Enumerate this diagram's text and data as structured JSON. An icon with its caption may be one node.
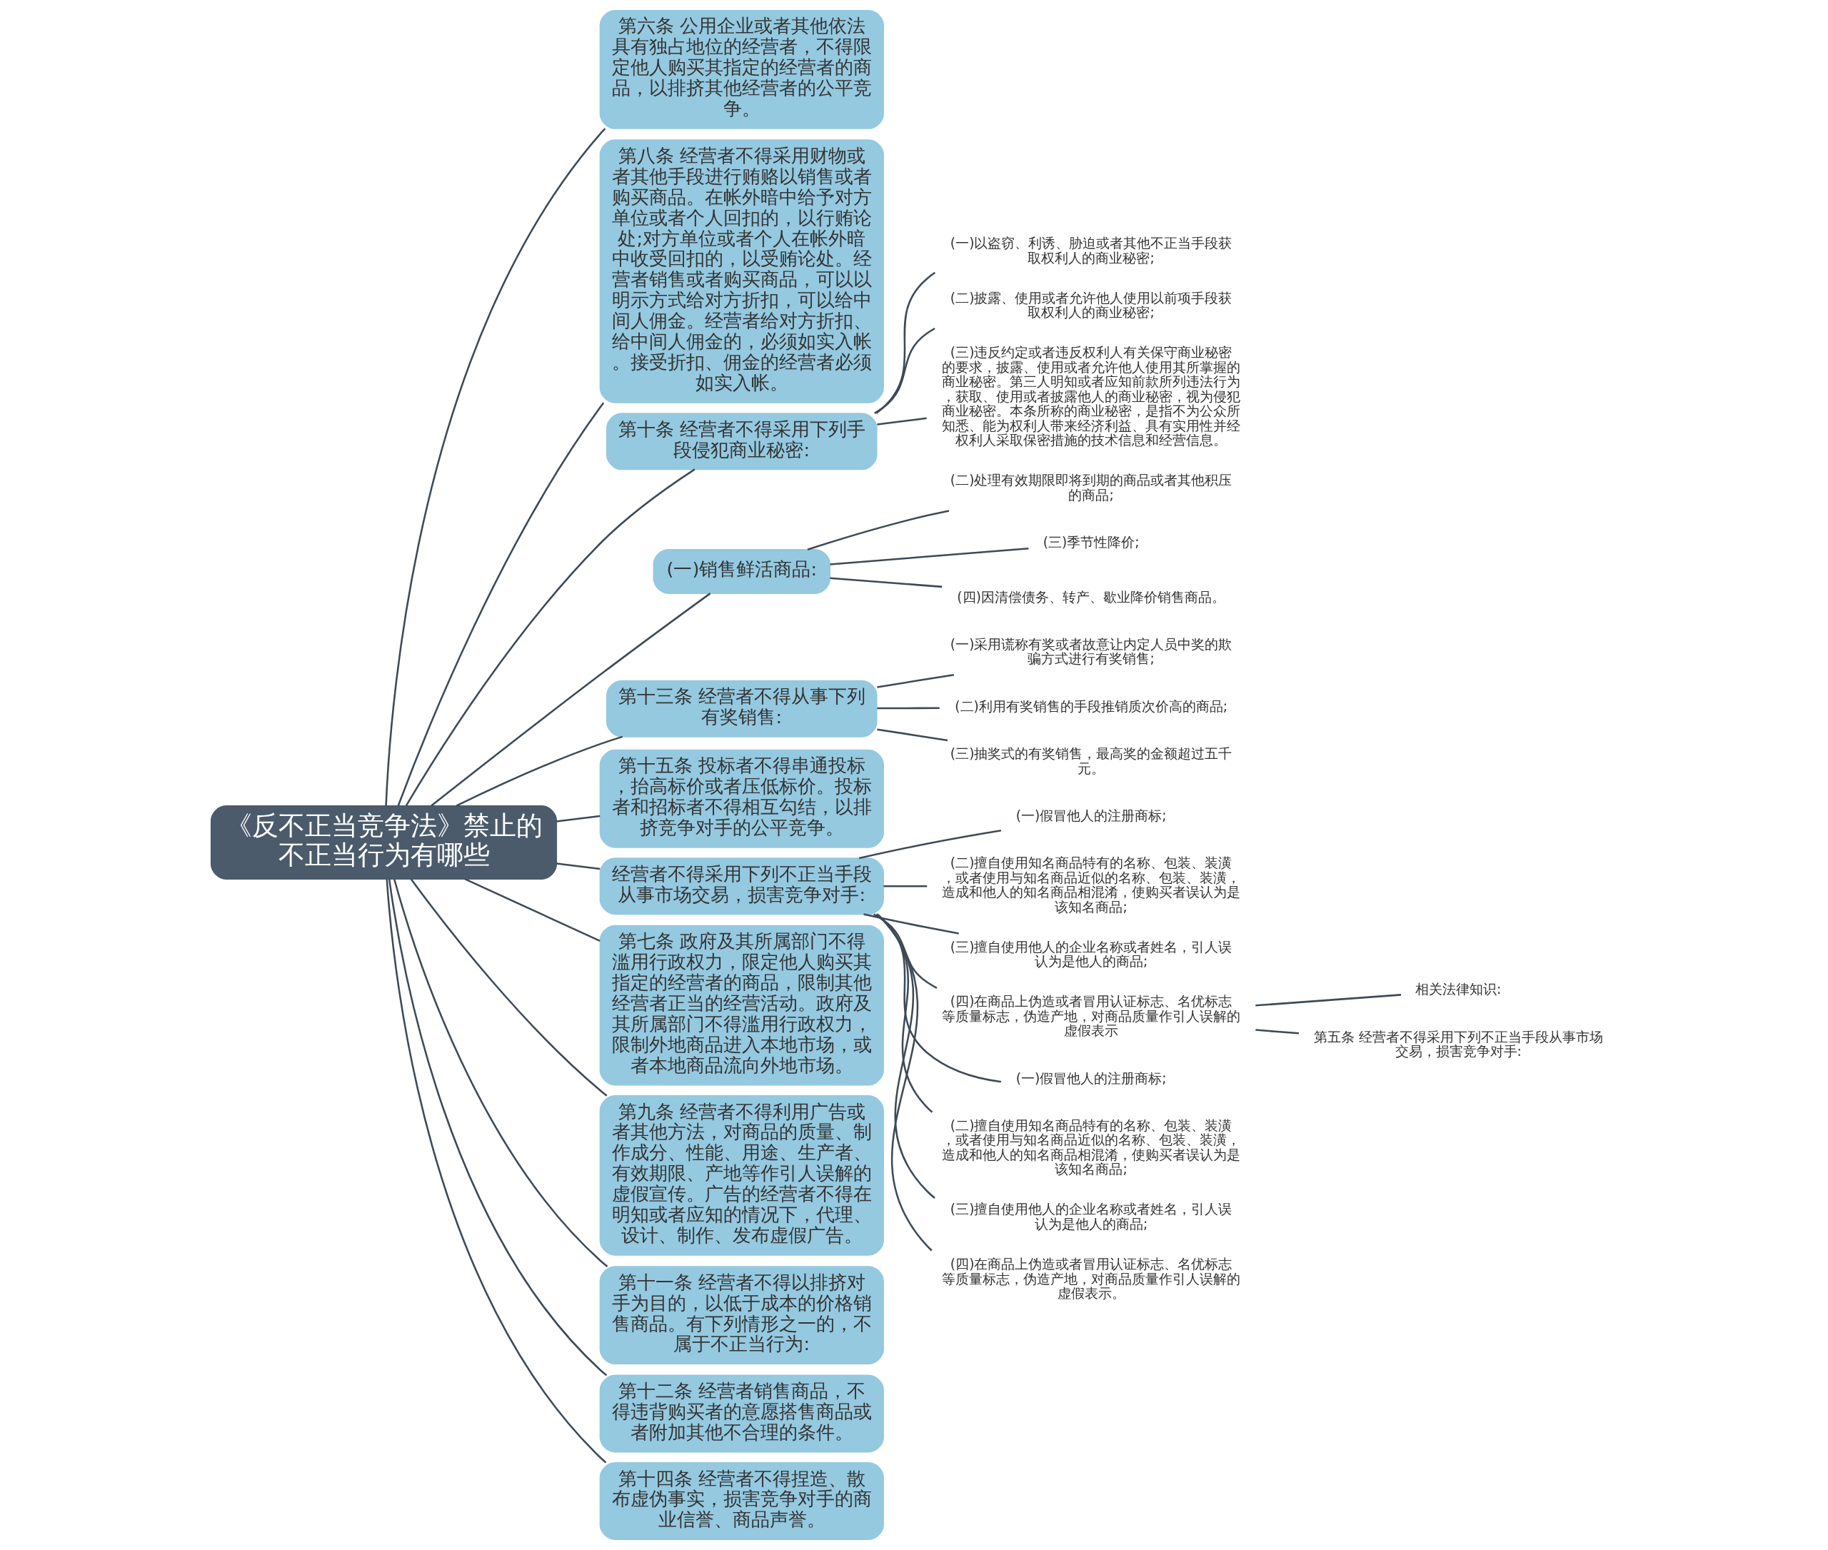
{
  "diagram": {
    "nodes": [
      {
        "text": [
          "《反不正当竞争法》禁止的不正当行为有哪些"
        ]
      },
      {
        "text": [
          "第六条 公用企业或者其他依法具有独占地位的经营者，不得限定他人购买其指定的经营者的商品，以排挤其他经营者的公平竞争。"
        ]
      },
      {
        "text": [
          "第八条 经营者不得采用财物或者其他手段进行贿赂以销售或者购买商品。在帐外暗中给予对方单位或者个人回扣的，以行贿论处;对方单位或者个人在帐外暗中收受回扣的，以受贿论处。经营者销售或者购买商品，可以以明示方式给对方折扣，可以给中间人佣金。经营者给对方折扣、给中间人佣金的，必须如实入帐。接受折扣、佣金的经营者必须如实入帐。"
        ]
      },
      {
        "text": [
          "第十条 经营者不得采用下列手段侵犯商业秘密:"
        ]
      },
      {
        "text": [
          "(一)以盗窃、利诱、胁迫或者其他不正当手段获取权利人的商业秘密;"
        ]
      },
      {
        "text": [
          "(二)披露、使用或者允许他人使用以前项手段获取权利人的商业秘密;"
        ]
      },
      {
        "text": [
          "(三)违反约定或者违反权利人有关保守商业秘密的要求，披露、使用或者允许他人使用其所掌握的商业秘密。第三人明知或者应知前款所列违法行为，获取、使用或者披露他人的商业秘密，视为侵犯商业秘密。本条所称的商业秘密，是指不为公众所知悉、能为权利人带来经济利益、具有实用性并经权利人采取保密措施的技术信息和经营信息。"
        ]
      },
      {
        "text": [
          "(一)销售鲜活商品:"
        ]
      },
      {
        "text": [
          "(二)处理有效期限即将到期的商品或者其他积压的商品;"
        ]
      },
      {
        "text": [
          "(三)季节性降价;"
        ]
      },
      {
        "text": [
          "(四)因清偿债务、转产、歇业降价销售商品。"
        ]
      },
      {
        "text": [
          "第十三条 经营者不得从事下列有奖销售:"
        ]
      },
      {
        "text": [
          "(一)采用谎称有奖或者故意让内定人员中奖的欺骗方式进行有奖销售;"
        ]
      },
      {
        "text": [
          "(二)利用有奖销售的手段推销质次价高的商品;"
        ]
      },
      {
        "text": [
          "(三)抽奖式的有奖销售，最高奖的金额超过五千元。"
        ]
      },
      {
        "text": [
          "第十五条 投标者不得串通投标，抬高标价或者压低标价。投标者和招标者不得相互勾结，以排挤竞争对手的公平竞争。"
        ]
      },
      {
        "text": [
          "经营者不得采用下列不正当手段从事市场交易，损害竞争对手:"
        ]
      },
      {
        "text": [
          "(一)假冒他人的注册商标;"
        ]
      },
      {
        "text": [
          "(二)擅自使用知名商品特有的名称、包装、装潢，或者使用与知名商品近似的名称、包装、装潢，造成和他人的知名商品相混淆，使购买者误认为是该知名商品;"
        ]
      },
      {
        "text": [
          "(三)擅自使用他人的企业名称或者姓名，引人误认为是他人的商品;"
        ]
      },
      {
        "text": [
          "(四)在商品上伪造或者冒用认证标志、名优标志等质量标志，伪造产地，对商品质量作引人误解的虚假表示"
        ]
      },
      {
        "text": [
          "相关法律知识:"
        ]
      },
      {
        "text": [
          "第五条 经营者不得采用下列不正当手段从事市场交易，损害竞争对手:"
        ]
      },
      {
        "text": [
          "(一)假冒他人的注册商标;"
        ]
      },
      {
        "text": [
          "(二)擅自使用知名商品特有的名称、包装、装潢，或者使用与知名商品近似的名称、包装、装潢，造成和他人的知名商品相混淆，使购买者误认为是该知名商品;"
        ]
      },
      {
        "text": [
          "(三)擅自使用他人的企业名称或者姓名，引人误认为是他人的商品;"
        ]
      },
      {
        "text": [
          "(四)在商品上伪造或者冒用认证标志、名优标志等质量标志，伪造产地，对商品质量作引人误解的虚假表示。"
        ]
      },
      {
        "text": [
          "第七条 政府及其所属部门不得滥用行政权力，限定他人购买其指定的经营者的商品，限制其他经营者正当的经营活动。政府及其所属部门不得滥用行政权力，限制外地商品进入本地市场，或者本地商品流向外地市场。"
        ]
      },
      {
        "text": [
          "第九条 经营者不得利用广告或者其他方法，对商品的质量、制作成分、性能、用途、生产者、有效期限、产地等作引人误解的虚假宣传。广告的经营者不得在明知或者应知的情况下，代理、设计、制作、发布虚假广告。"
        ]
      },
      {
        "text": [
          "第十一条 经营者不得以排挤对手为目的，以低于成本的价格销售商品。有下列情形之一的，不属于不正当行为:"
        ]
      },
      {
        "text": [
          "第十二条 经营者销售商品，不得违背购买者的意愿搭售商品或者附加其他不合理的条件。"
        ]
      },
      {
        "text": [
          "第十四条 经营者不得捏造、散布虚伪事实，损害竞争对手的商业信誉、商品声誉。"
        ]
      }
    ],
    "edges": [
      {
        "from": 0,
        "to": 1,
        "arrow": "none"
      },
      {
        "from": 0,
        "to": 2,
        "arrow": "none"
      },
      {
        "from": 0,
        "to": 3,
        "arrow": "none"
      },
      {
        "from": 3,
        "to": 4,
        "arrow": "none"
      },
      {
        "from": 3,
        "to": 5,
        "arrow": "none"
      },
      {
        "from": 3,
        "to": 6,
        "arrow": "none"
      },
      {
        "from": 0,
        "to": 7,
        "arrow": "none"
      },
      {
        "from": 7,
        "to": 8,
        "arrow": "none"
      },
      {
        "from": 7,
        "to": 9,
        "arrow": "none"
      },
      {
        "from": 7,
        "to": 10,
        "arrow": "none"
      },
      {
        "from": 0,
        "to": 11,
        "arrow": "none"
      },
      {
        "from": 11,
        "to": 12,
        "arrow": "none"
      },
      {
        "from": 11,
        "to": 13,
        "arrow": "none"
      },
      {
        "from": 11,
        "to": 14,
        "arrow": "none"
      },
      {
        "from": 0,
        "to": 15,
        "arrow": "none"
      },
      {
        "from": 0,
        "to": 16,
        "arrow": "none"
      },
      {
        "from": 16,
        "to": 17,
        "arrow": "none"
      },
      {
        "from": 16,
        "to": 18,
        "arrow": "none"
      },
      {
        "from": 16,
        "to": 19,
        "arrow": "none"
      },
      {
        "from": 16,
        "to": 20,
        "arrow": "none"
      },
      {
        "from": 20,
        "to": 21,
        "arrow": "none"
      },
      {
        "from": 20,
        "to": 22,
        "arrow": "none"
      },
      {
        "from": 16,
        "to": 23,
        "arrow": "none"
      },
      {
        "from": 16,
        "to": 24,
        "arrow": "none"
      },
      {
        "from": 16,
        "to": 25,
        "arrow": "none"
      },
      {
        "from": 16,
        "to": 26,
        "arrow": "none"
      },
      {
        "from": 0,
        "to": 27,
        "arrow": "none"
      },
      {
        "from": 0,
        "to": 28,
        "arrow": "none"
      },
      {
        "from": 0,
        "to": 29,
        "arrow": "none"
      },
      {
        "from": 0,
        "to": 30,
        "arrow": "none"
      },
      {
        "from": 0,
        "to": 31,
        "arrow": "none"
      }
    ]
  }
}
